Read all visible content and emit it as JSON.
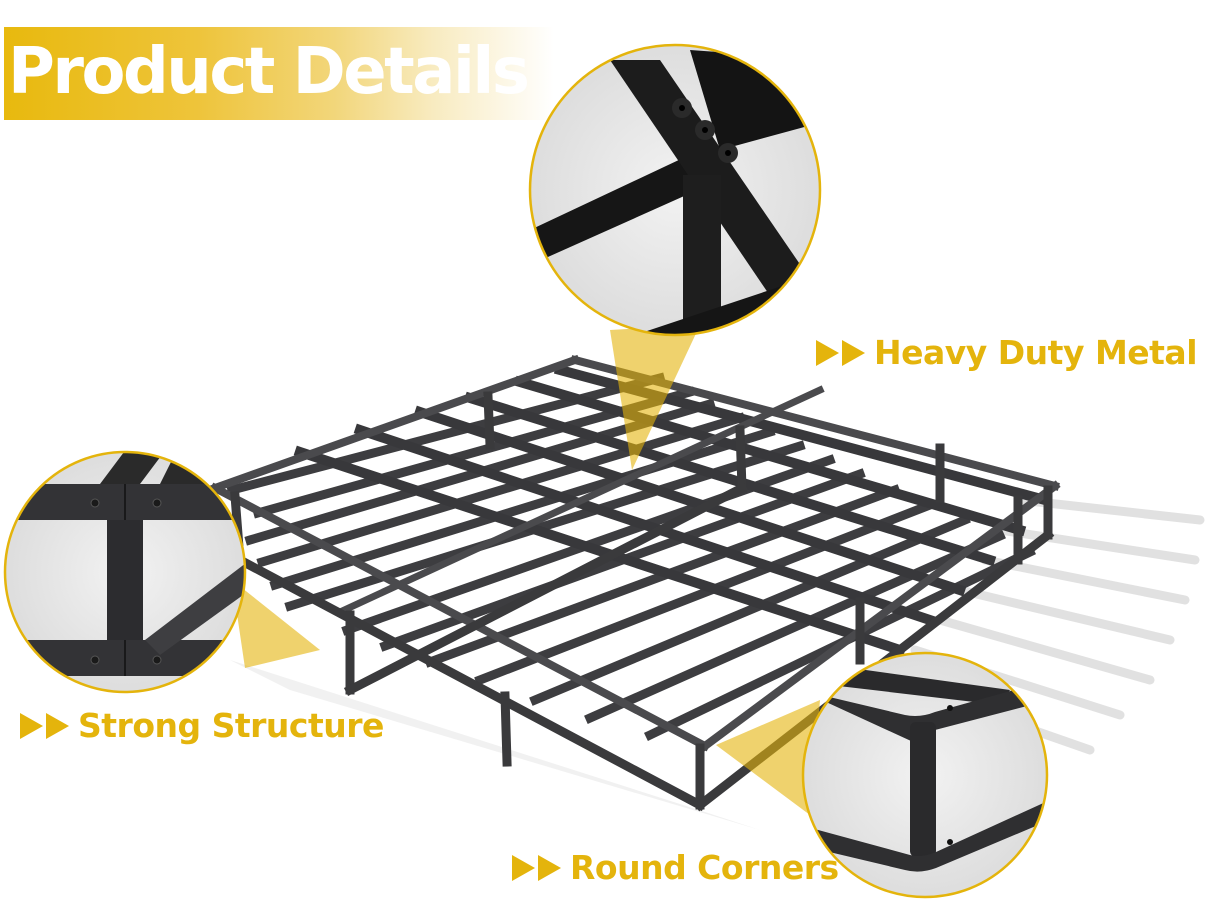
{
  "header": {
    "title": "Product Details",
    "background_gradient": [
      "#e8b90e",
      "#f2d67a",
      "#ffffff"
    ],
    "text_color": "#ffffff"
  },
  "callouts": [
    {
      "id": "heavy-duty-metal",
      "label": "Heavy Duty Metal",
      "icon": "double-play-arrow-icon",
      "color": "#e4b40c"
    },
    {
      "id": "strong-structure",
      "label": "Strong Structure",
      "icon": "double-play-arrow-icon",
      "color": "#e4b40c"
    },
    {
      "id": "round-corners",
      "label": "Round Corners",
      "icon": "double-play-arrow-icon",
      "color": "#e4b40c"
    }
  ],
  "insets": [
    {
      "id": "joint-closeup",
      "subject": "cross joint with three bolts on top rails",
      "border_color": "#e4b40c"
    },
    {
      "id": "support-leg-closeup",
      "subject": "vertical support leg with four bolts",
      "border_color": "#e4b40c"
    },
    {
      "id": "corner-closeup",
      "subject": "rounded corner of frame",
      "border_color": "#e4b40c"
    }
  ],
  "product": {
    "subject": "black metal platform bed frame / box spring foundation",
    "frame_color": "#3a3a3c",
    "accent_color": "#e4b40c"
  }
}
